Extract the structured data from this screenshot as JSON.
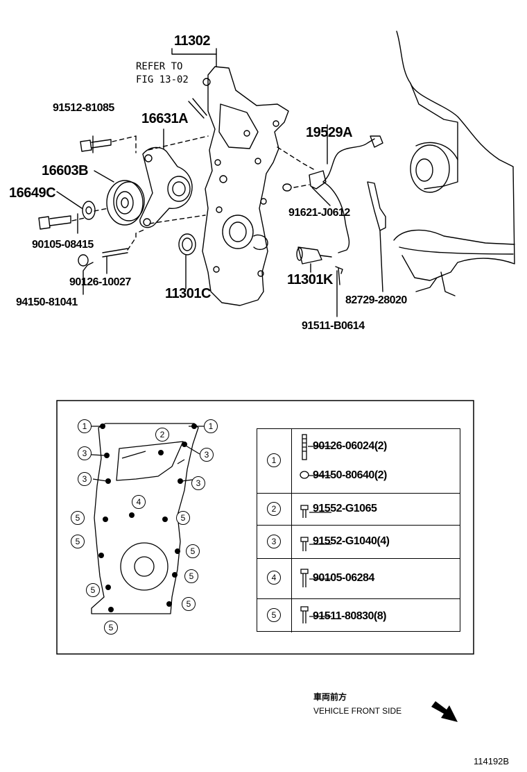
{
  "callouts": {
    "p11302": "11302",
    "refer_line1": "REFER TO",
    "refer_line2": "FIG 13-02",
    "p91512": "91512-81085",
    "p16631A": "16631A",
    "p16603B": "16603B",
    "p16649C": "16649C",
    "p90105": "90105-08415",
    "p90126": "90126-10027",
    "p94150": "94150-81041",
    "p11301C": "11301C",
    "p19529A": "19529A",
    "p91621": "91621-J0612",
    "p11301K": "11301K",
    "p82729": "82729-28020",
    "p91511": "91511-B0614"
  },
  "bolt_map_markers": [
    {
      "num": "1"
    },
    {
      "num": "1"
    },
    {
      "num": "2"
    },
    {
      "num": "3"
    },
    {
      "num": "3"
    },
    {
      "num": "3"
    },
    {
      "num": "3"
    },
    {
      "num": "4"
    },
    {
      "num": "5"
    },
    {
      "num": "5"
    },
    {
      "num": "5"
    },
    {
      "num": "5"
    },
    {
      "num": "5"
    },
    {
      "num": "5"
    },
    {
      "num": "5"
    },
    {
      "num": "5"
    }
  ],
  "legend": [
    {
      "key": "1",
      "parts": [
        "90126-06024(2)",
        "94150-80640(2)"
      ]
    },
    {
      "key": "2",
      "parts": [
        "91552-G1065"
      ]
    },
    {
      "key": "3",
      "parts": [
        "91552-G1040(4)"
      ]
    },
    {
      "key": "4",
      "parts": [
        "90105-06284"
      ]
    },
    {
      "key": "5",
      "parts": [
        "91511-80830(8)"
      ]
    }
  ],
  "direction": {
    "jp": "車両前方",
    "en": "VEHICLE FRONT SIDE"
  },
  "figure_id": "114192B"
}
